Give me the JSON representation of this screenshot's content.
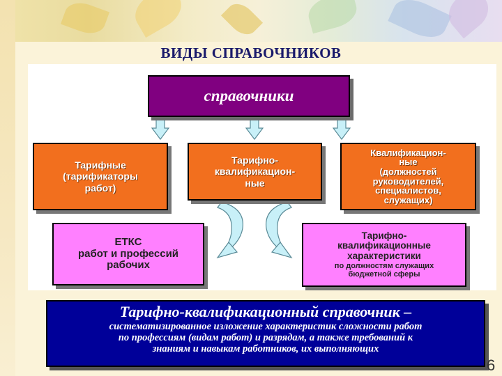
{
  "slide": {
    "title": "ВИДЫ СПРАВОЧНИКОВ",
    "page_number": "6"
  },
  "diagram": {
    "root": "справочники",
    "level2": [
      {
        "lines": [
          "Тарифные",
          "(тарификаторы",
          "работ)"
        ]
      },
      {
        "lines": [
          "Тарифно-",
          "квалификацион-",
          "ные"
        ]
      },
      {
        "lines": [
          "Квалификацион-",
          "ные",
          "(должностей",
          "руководителей,",
          "специалистов,",
          "служащих)"
        ]
      }
    ],
    "level3": [
      {
        "lines": [
          "ЕТКС",
          "работ и профессий",
          "рабочих"
        ]
      },
      {
        "lines": [
          "Тарифно-",
          "квалификационные",
          "характеристики"
        ],
        "sub_lines": [
          "по должностям служащих",
          "бюджетной сферы"
        ]
      }
    ]
  },
  "definition": {
    "term": "Тарифно-квалификационный справочник –",
    "lines": [
      "систематизированное изложение характеристик сложности работ",
      "по профессиям (видам работ) и разрядам, а также требований к",
      "знаниям и навыкам работников, их выполняющих"
    ]
  },
  "colors": {
    "root_fill": "#800080",
    "level2_fill": "#f26f1e",
    "level3_fill": "#ff80ff",
    "definition_fill": "#000099",
    "arrow_fill": "#c8f0f8"
  }
}
